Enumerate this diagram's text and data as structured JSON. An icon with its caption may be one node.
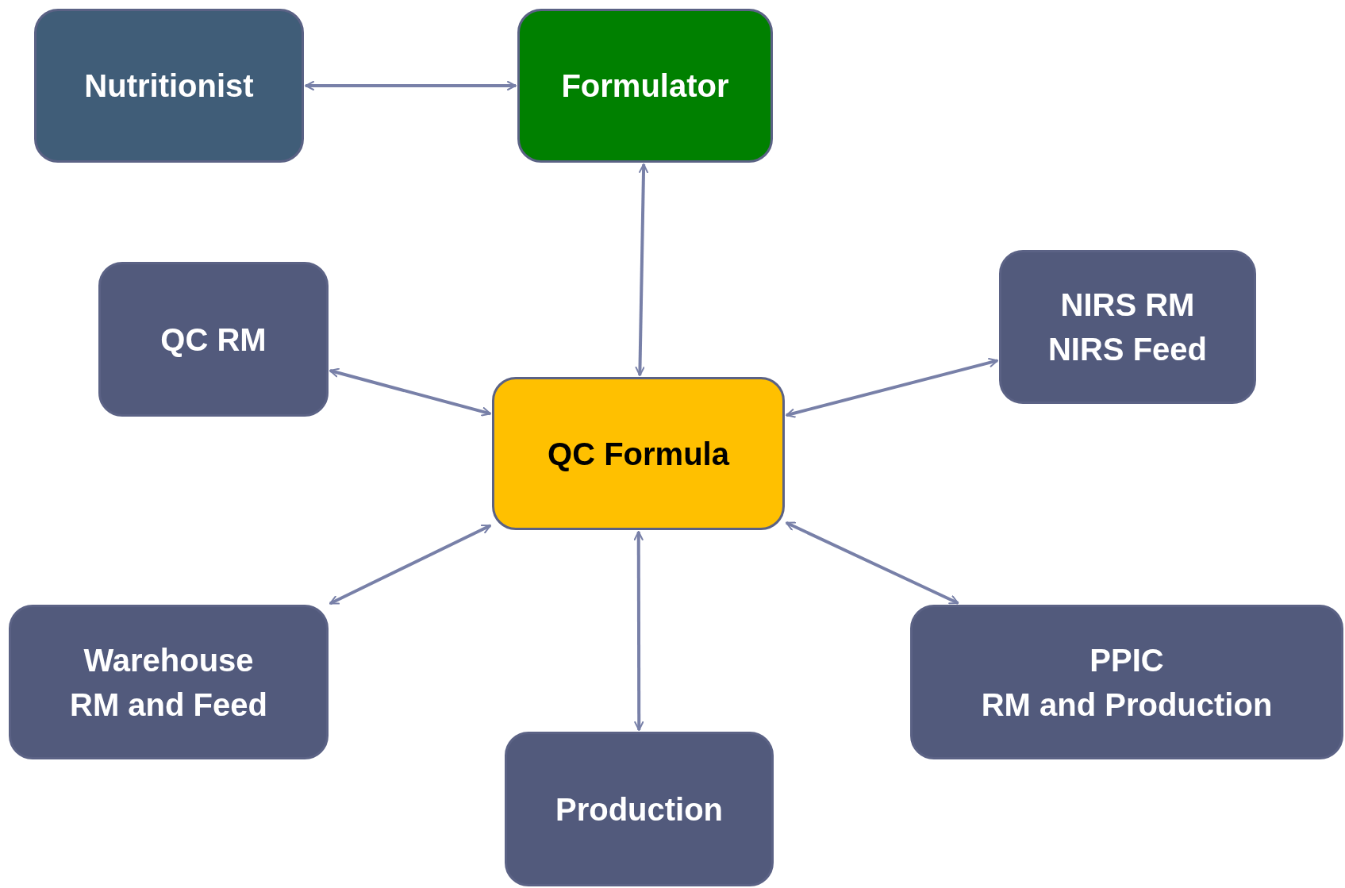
{
  "diagram": {
    "nodes": [
      {
        "text": [
          "Nutritionist"
        ]
      },
      {
        "text": [
          "Formulator"
        ]
      },
      {
        "text": [
          "QC RM"
        ]
      },
      {
        "text": [
          "NIRS RM",
          "NIRS Feed"
        ]
      },
      {
        "text": [
          "QC Formula"
        ]
      },
      {
        "text": [
          "Warehouse",
          "RM and Feed"
        ]
      },
      {
        "text": [
          "PPIC",
          "RM and Production"
        ]
      },
      {
        "text": [
          "Production"
        ]
      }
    ],
    "edges": [
      {
        "from": 0,
        "to": 1,
        "arrow": "both"
      },
      {
        "from": 1,
        "to": 4,
        "arrow": "both"
      },
      {
        "from": 2,
        "to": 4,
        "arrow": "both"
      },
      {
        "from": 3,
        "to": 4,
        "arrow": "both"
      },
      {
        "from": 5,
        "to": 4,
        "arrow": "both"
      },
      {
        "from": 6,
        "to": 4,
        "arrow": "both"
      },
      {
        "from": 7,
        "to": 4,
        "arrow": "both"
      }
    ]
  }
}
